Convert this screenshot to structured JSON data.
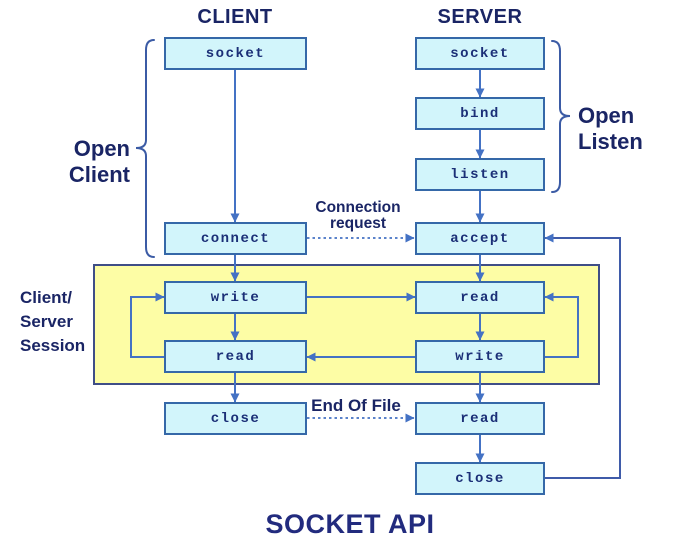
{
  "headings": {
    "client": "CLIENT",
    "server": "SERVER"
  },
  "title": "SOCKET API",
  "annotations": {
    "open_client": "Open Client",
    "open_listen": "Open Listen",
    "session": [
      "Client/",
      "Server",
      "Session"
    ],
    "connection_request": [
      "Connection",
      "request"
    ],
    "end_of_file": "End Of File"
  },
  "client_nodes": [
    {
      "label": "socket"
    },
    {
      "label": "connect"
    },
    {
      "label": "write"
    },
    {
      "label": "read"
    },
    {
      "label": "close"
    }
  ],
  "server_nodes": [
    {
      "label": "socket"
    },
    {
      "label": "bind"
    },
    {
      "label": "listen"
    },
    {
      "label": "accept"
    },
    {
      "label": "read"
    },
    {
      "label": "write"
    },
    {
      "label": "read"
    },
    {
      "label": "close"
    }
  ],
  "colors": {
    "node_fill": "#D2F5FB",
    "node_border": "#3568A8",
    "connector": "#4472C4",
    "session_fill": "#FDFDA5",
    "session_border": "#3F4E87",
    "heading_text": "#1A2565",
    "node_text": "#1B2F77",
    "title_text": "#222B7E"
  }
}
